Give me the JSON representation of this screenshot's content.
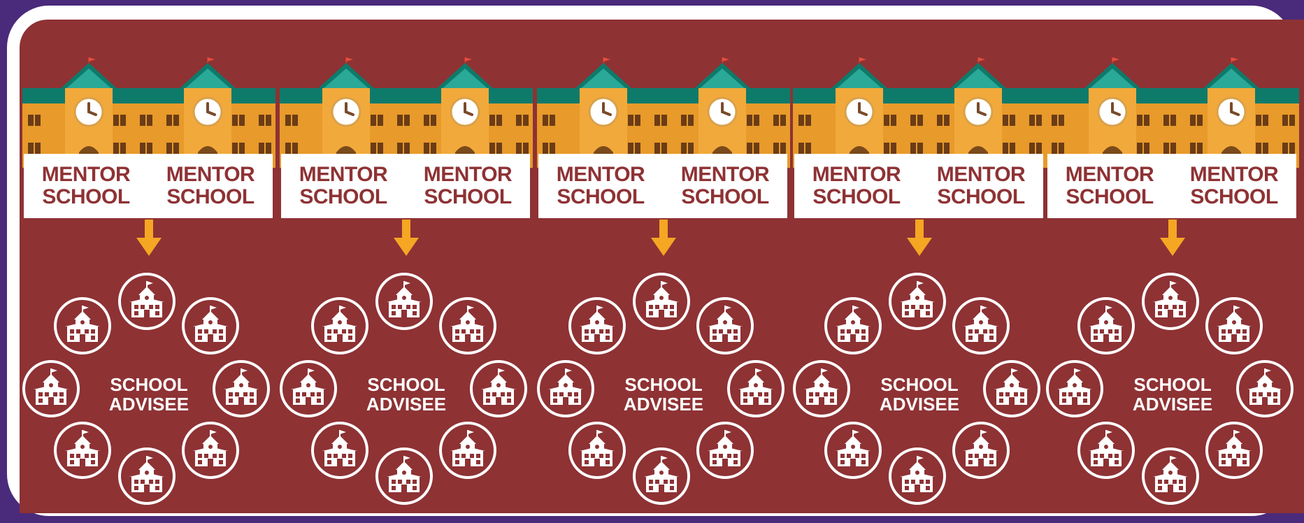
{
  "colors": {
    "background_purple": "#4a2a7a",
    "panel_maroon": "#8e3234",
    "frame_white": "#ffffff",
    "arrow_orange": "#f5a623",
    "roof_teal": "#0e7a6a",
    "wall_orange": "#e89a2a"
  },
  "groups": [
    {
      "mentor_left_1": "MENTOR",
      "mentor_left_2": "SCHOOL",
      "mentor_right_1": "MENTOR",
      "mentor_right_2": "SCHOOL",
      "advisee_1": "SCHOOL",
      "advisee_2": "ADVISEE"
    },
    {
      "mentor_left_1": "MENTOR",
      "mentor_left_2": "SCHOOL",
      "mentor_right_1": "MENTOR",
      "mentor_right_2": "SCHOOL",
      "advisee_1": "SCHOOL",
      "advisee_2": "ADVISEE"
    },
    {
      "mentor_left_1": "MENTOR",
      "mentor_left_2": "SCHOOL",
      "mentor_right_1": "MENTOR",
      "mentor_right_2": "SCHOOL",
      "advisee_1": "SCHOOL",
      "advisee_2": "ADVISEE"
    },
    {
      "mentor_left_1": "MENTOR",
      "mentor_left_2": "SCHOOL",
      "mentor_right_1": "MENTOR",
      "mentor_right_2": "SCHOOL",
      "advisee_1": "SCHOOL",
      "advisee_2": "ADVISEE"
    },
    {
      "mentor_left_1": "MENTOR",
      "mentor_left_2": "SCHOOL",
      "mentor_right_1": "MENTOR",
      "mentor_right_2": "SCHOOL",
      "advisee_1": "SCHOOL",
      "advisee_2": "ADVISEE"
    }
  ],
  "icons": {
    "mentor_building": "school-building-with-clock-icon",
    "advisee_node": "schoolhouse-icon",
    "connector": "arrow-down-icon"
  }
}
